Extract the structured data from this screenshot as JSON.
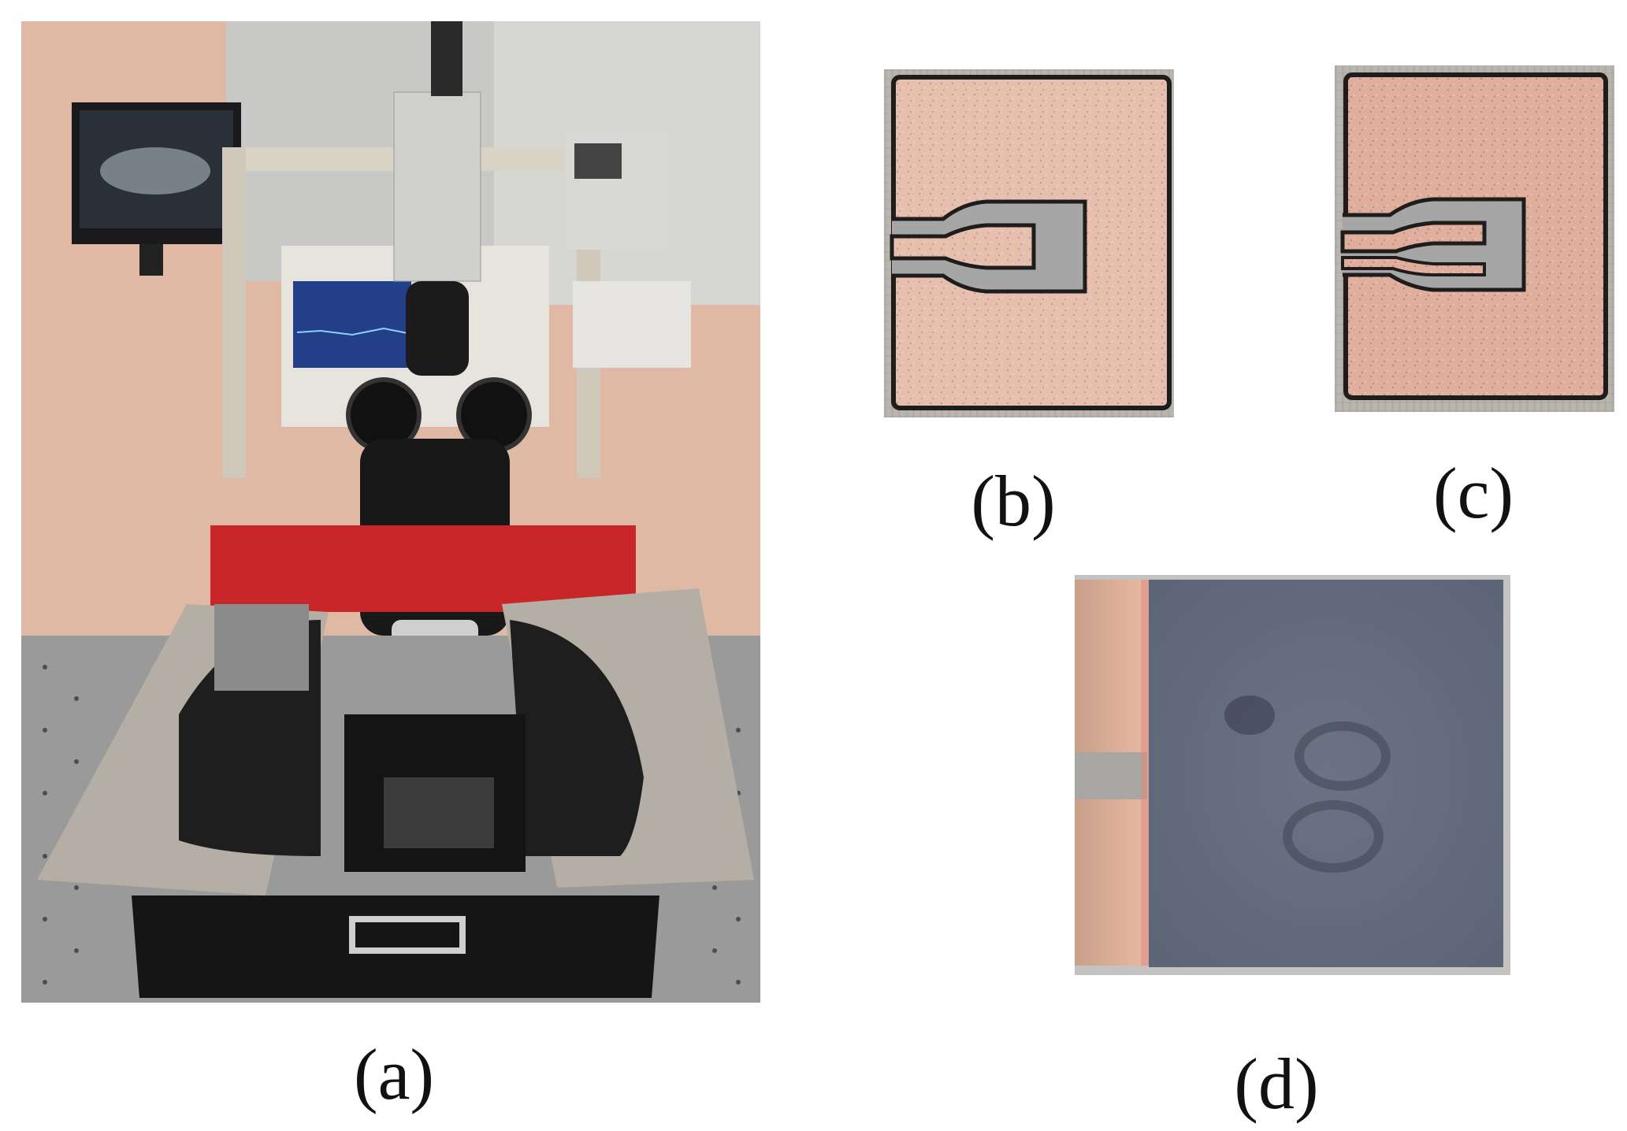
{
  "labels": {
    "a": "(a)",
    "b": "(b)",
    "c": "(c)",
    "d": "(d)"
  },
  "colors": {
    "pad_pink": "#e6bfae",
    "pad_pink_dark": "#d9a892",
    "outline": "#1f1d1c",
    "gray_metal": "#a7a6a6",
    "blue_gray_sample": "#6a7282",
    "copper_strip": "#d4a48a"
  }
}
